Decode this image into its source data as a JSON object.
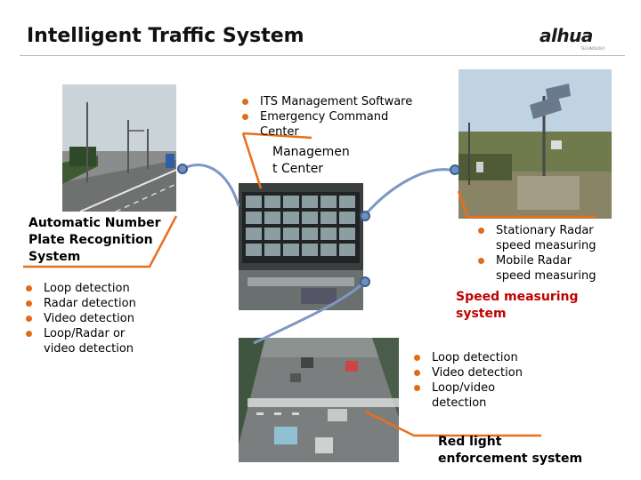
{
  "header": {
    "title": "Intelligent Traffic System"
  },
  "logo": {
    "text": "alhua",
    "tagline": "TECHNOLOGY"
  },
  "management_center": {
    "bullets": [
      "ITS Management Software",
      "Emergency Command",
      "Center"
    ],
    "label": [
      "Managemen",
      "t Center"
    ]
  },
  "anpr": {
    "label": [
      "Automatic Number",
      "Plate Recognition",
      "System"
    ],
    "bullets": [
      "Loop detection",
      "Radar detection",
      "Video detection",
      "Loop/Radar or",
      "video detection"
    ]
  },
  "speed": {
    "bullets": [
      "Stationary Radar",
      "speed measuring",
      "Mobile Radar",
      "speed measuring"
    ],
    "label": [
      "Speed measuring",
      "system"
    ]
  },
  "red_light": {
    "bullets": [
      "Loop detection",
      "Video detection",
      "Loop/video",
      "detection"
    ],
    "label": [
      "Red light",
      "enforcement system"
    ]
  },
  "colors": {
    "bullet": "#e06c1a",
    "connector": "#7f97c4",
    "node": "#6f8fbe",
    "accent_line": "#e86f1c",
    "speed_label": "#c00000"
  }
}
